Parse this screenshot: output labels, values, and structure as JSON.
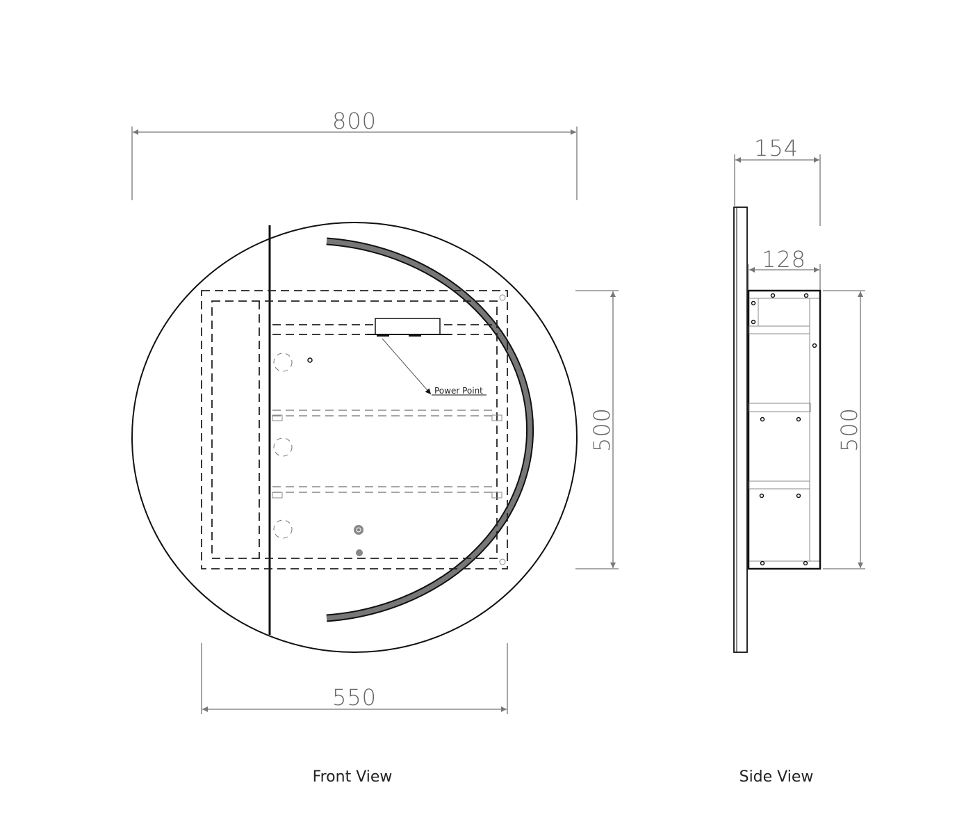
{
  "dimensions": {
    "overall_width": "800",
    "cabinet_width": "550",
    "front_height": "500",
    "side_total_depth": "154",
    "side_cabinet_depth": "128",
    "side_height": "500"
  },
  "annotations": {
    "power_point": "Power Point"
  },
  "views": {
    "front": "Front View",
    "side": "Side View"
  },
  "colors": {
    "line": "#111111",
    "dimension": "#777777",
    "led_band": "#777777"
  }
}
